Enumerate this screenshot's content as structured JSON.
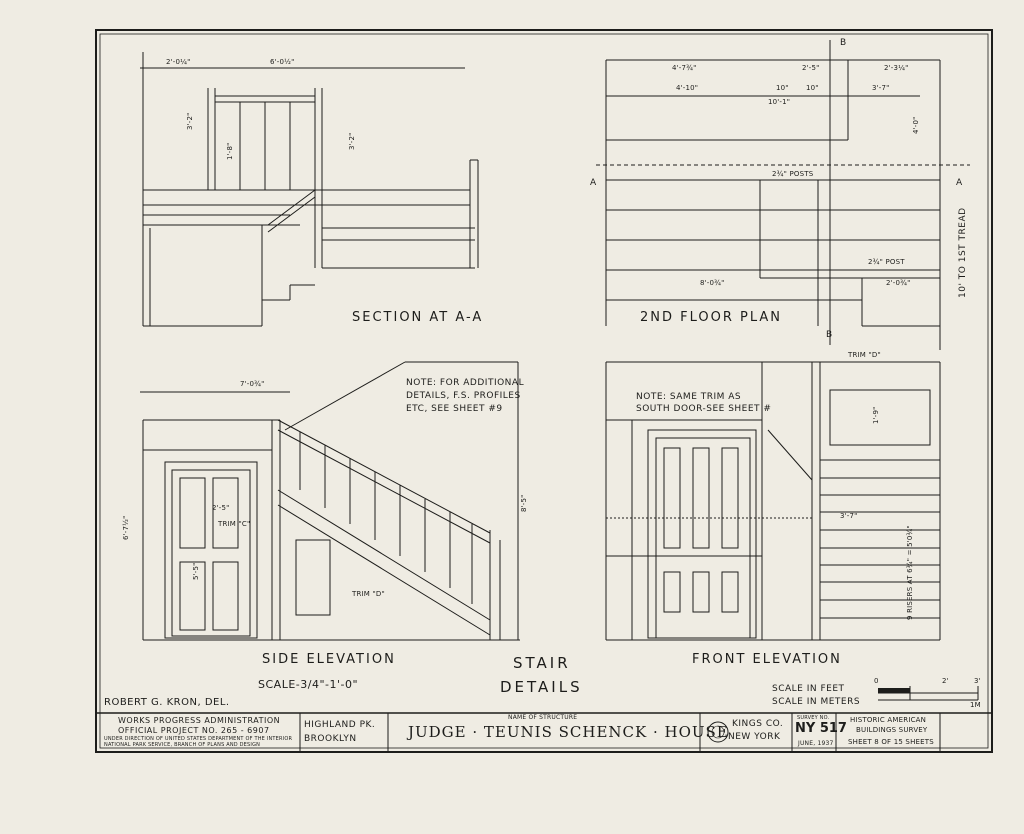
{
  "sheet": {
    "views": {
      "section": "SECTION AT A-A",
      "plan": "2ND FLOOR PLAN",
      "side": "SIDE ELEVATION",
      "scale": "SCALE-3/4\"-1'-0\"",
      "stair": "STAIR",
      "details": "DETAILS",
      "front": "FRONT ELEVATION"
    },
    "notes": {
      "side_note": [
        "NOTE: FOR ADDITIONAL",
        "DETAILS, F.S. PROFILES",
        "ETC, SEE SHEET #9"
      ],
      "front_note": [
        "NOTE: SAME TRIM AS",
        "SOUTH DOOR-SEE SHEET #"
      ],
      "to_first_tread": "10' TO 1ST TREAD",
      "trim_c": "TRIM \"C\"",
      "trim_d": "TRIM \"D\"",
      "post_a": "2¾\" POSTS",
      "post_b": "2¾\" POST",
      "risers": "9 RISERS AT 6¾\" = 5'0¾\""
    },
    "section_markers": {
      "a": "A",
      "b": "B"
    },
    "scale_bar": {
      "feet": "SCALE IN FEET",
      "meters": "SCALE IN METERS",
      "tick0": "0",
      "tick2": "2'",
      "tick3": "3'",
      "tick1m": "1M"
    },
    "delineator": "ROBERT G. KRON, DEL.",
    "title_block": {
      "agency": "WORKS PROGRESS ADMINISTRATION",
      "project": "OFFICIAL PROJECT NO. 265 - 6907",
      "under1": "UNDER DIRECTION OF UNITED STATES DEPARTMENT OF THE INTERIOR",
      "under2": "NATIONAL PARK SERVICE, BRANCH OF PLANS AND DESIGN",
      "place1": "HIGHLAND PK.",
      "place2": "BROOKLYN",
      "name_caption": "NAME OF STRUCTURE",
      "structure": "JUDGE · TEUNIS SCHENCK · HOUSE",
      "county1": "KINGS CO.",
      "county2": "NEW YORK",
      "survey_caption": "SURVEY NO.",
      "survey_no": "NY 517",
      "date": "JUNE, 1937",
      "habs1": "HISTORIC AMERICAN",
      "habs2": "BUILDINGS SURVEY",
      "sheet_text": "SHEET 8 OF 15 SHEETS"
    },
    "dims": {
      "d_2_0_1_4": "2'-0¼\"",
      "d_6_0_1_2": "6'-0½\"",
      "d_3_2": "3'-2\"",
      "d_3_2b": "3'-2\"",
      "d_1_8": "1'-8\"",
      "d_4_7": "4'-7¾\"",
      "d_2_5": "2'-5\"",
      "d_2_3": "2'-3¼\"",
      "d_4_10": "4'-10\"",
      "d_10": "10\"",
      "d_3_7": "3'-7\"",
      "d_10_1": "10'-1\"",
      "d_4_0": "4'-0\"",
      "d_8_0": "8'-0¾\"",
      "d_2_0": "2'-0¾\"",
      "d_7_0": "7'-0¾\"",
      "d_8_5": "8'-5\"",
      "d_6_7": "6'-7½\"",
      "d_5_5": "5'-5\"",
      "d_1_9": "1'-9\""
    }
  }
}
